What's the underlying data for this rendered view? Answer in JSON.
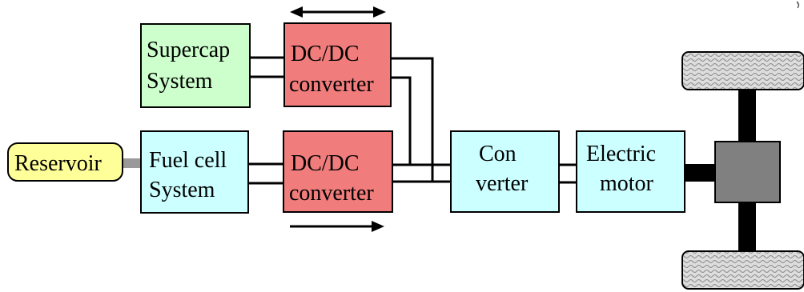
{
  "blocks": {
    "supercap": {
      "line1": "Supercap",
      "line2": "System",
      "color": "#ccffcc"
    },
    "dcdc_top": {
      "line1": "DC/DC",
      "line2": "converter",
      "color": "#f07c7c"
    },
    "reservoir": {
      "label": "Reservoir",
      "color": "#ffff99"
    },
    "fuelcell": {
      "line1": "Fuel cell",
      "line2": "System",
      "color": "#ccffff"
    },
    "dcdc_bottom": {
      "line1": "DC/DC",
      "line2": "converter",
      "color": "#f07c7c"
    },
    "converter": {
      "line1": "Con",
      "line2": "verter",
      "color": "#ccffff"
    },
    "motor": {
      "line1": "Electric",
      "line2": "motor",
      "color": "#ccffff"
    }
  },
  "arrows": {
    "top": "bidirectional",
    "bottom": "unidirectional"
  },
  "colors": {
    "wheel": "#dddddd",
    "hub": "#808080",
    "axle": "#000000",
    "pipe": "#999999"
  }
}
